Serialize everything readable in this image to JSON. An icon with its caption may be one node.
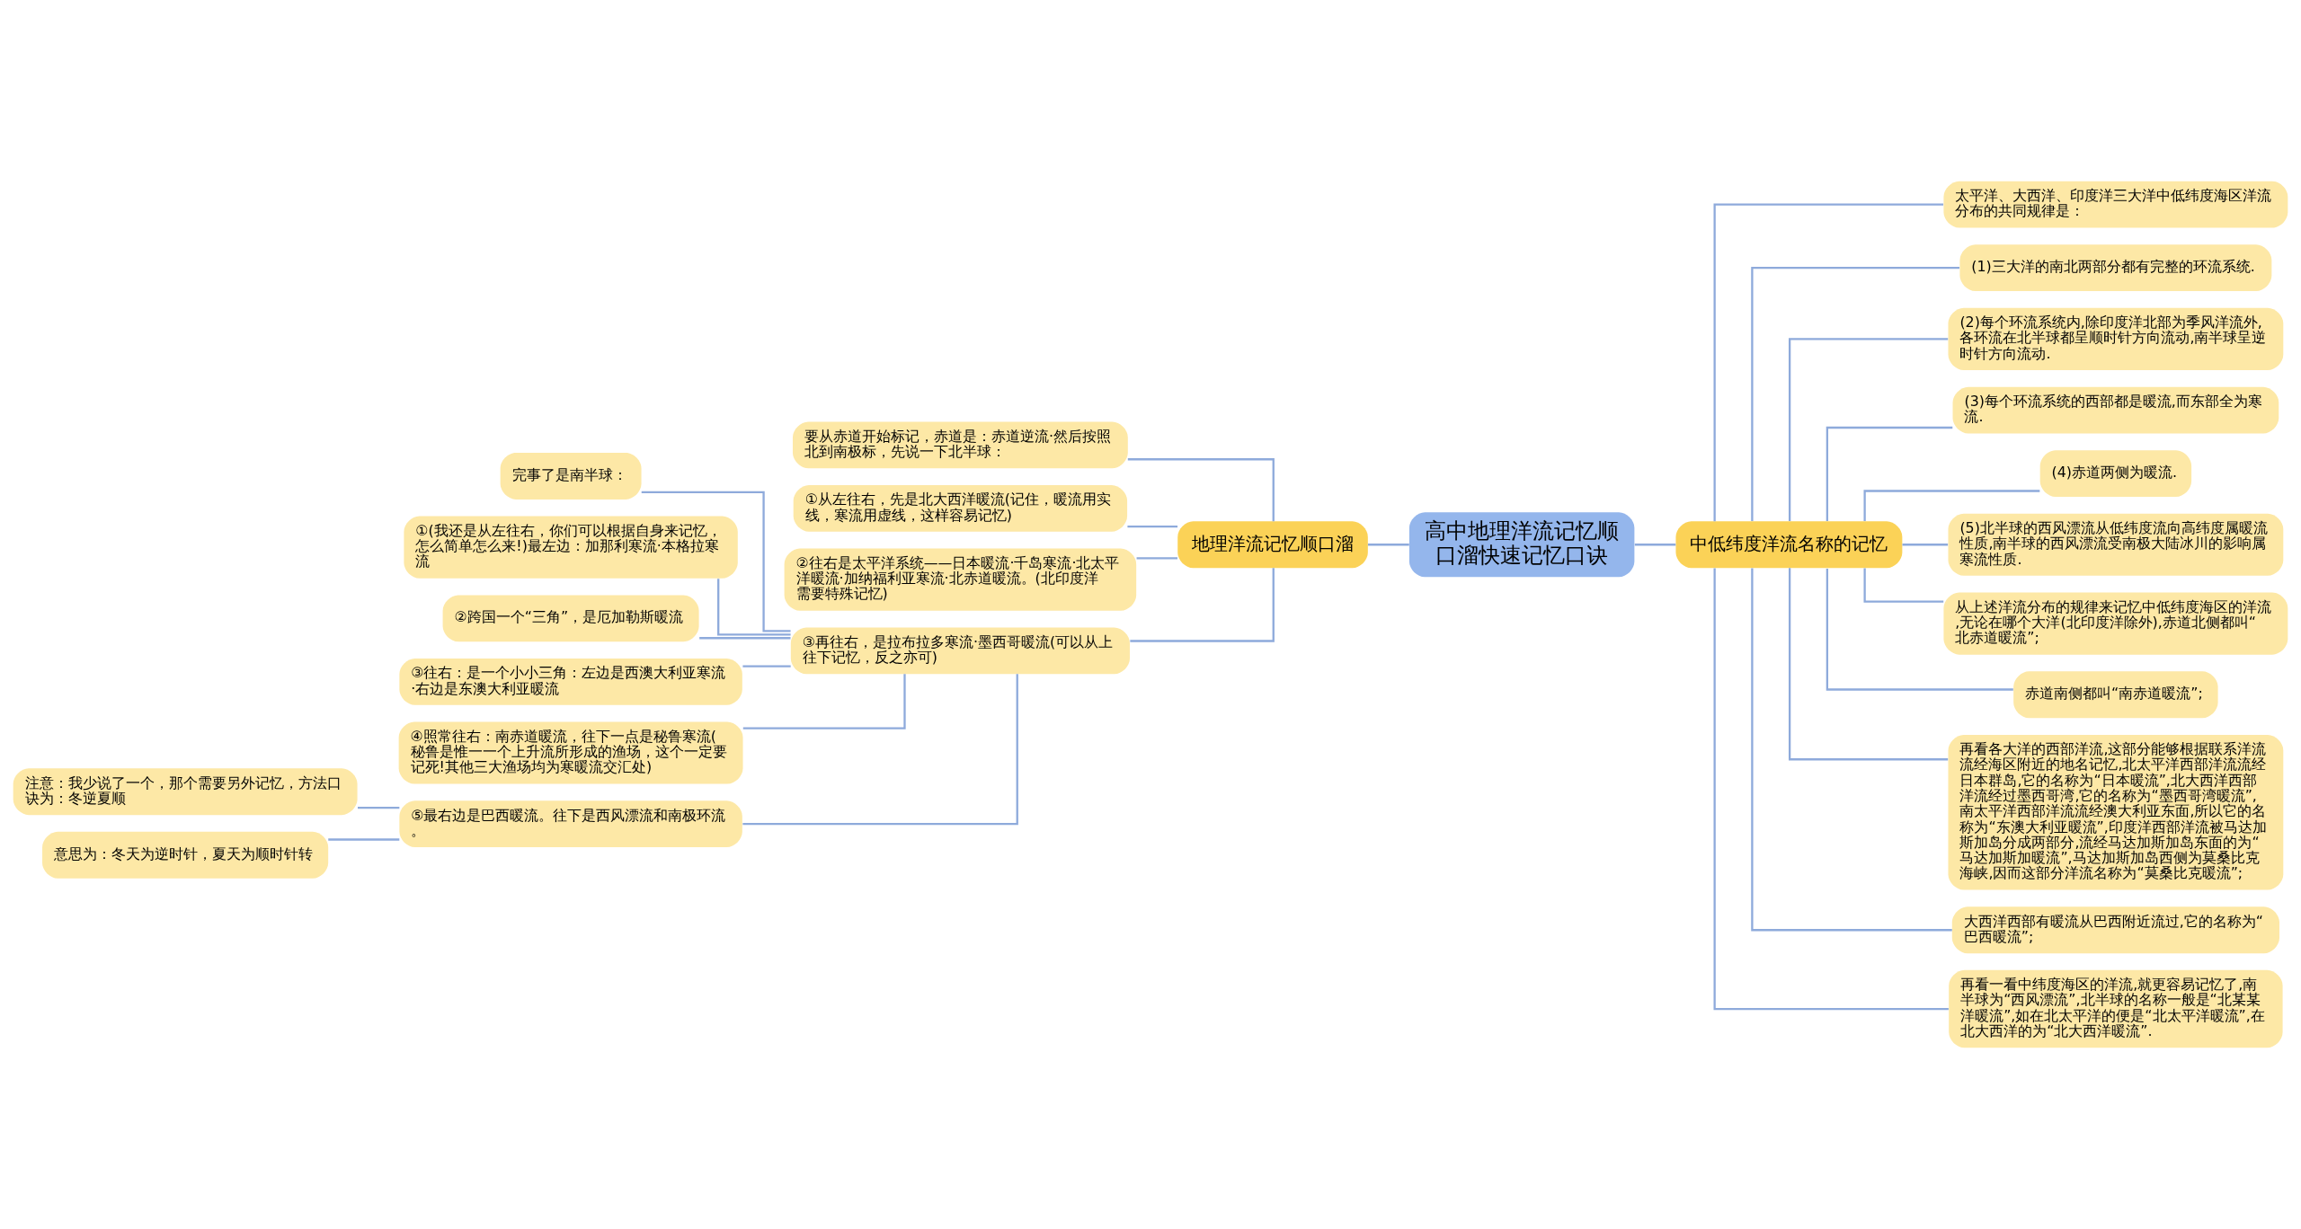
{
  "diagram": {
    "nodes": [
      {
        "text": [
          "高中地理洋流记忆顺口溜快速记忆口诀"
        ]
      },
      {
        "text": [
          "地理洋流记忆顺口溜"
        ]
      },
      {
        "text": [
          "要从赤道开始标记，赤道是：赤道逆流·然后按照北到南极标，先说一下北半球："
        ]
      },
      {
        "text": [
          "①从左往右，先是北大西洋暖流(记住，暖流用实线，寒流用虚线，这样容易记忆)"
        ]
      },
      {
        "text": [
          "②往右是太平洋系统——日本暖流·千岛寒流·北太平洋暖流·加纳福利亚寒流·北赤道暖流。(北印度洋需要特殊记忆)"
        ]
      },
      {
        "text": [
          "③再往右，是拉布拉多寒流·墨西哥暖流(可以从上往下记忆，反之亦可)"
        ]
      },
      {
        "text": [
          "完事了是南半球："
        ]
      },
      {
        "text": [
          "①(我还是从左往右，你们可以根据自身来记忆，怎么简单怎么来!)最左边：加那利寒流·本格拉寒流"
        ]
      },
      {
        "text": [
          "②跨国一个“三角”，是厄加勒斯暖流"
        ]
      },
      {
        "text": [
          "③往右：是一个小小三角：左边是西澳大利亚寒流·右边是东澳大利亚暖流"
        ]
      },
      {
        "text": [
          "④照常往右：南赤道暖流，往下一点是秘鲁寒流(秘鲁是惟一一个上升流所形成的渔场，这个一定要记死!其他三大渔场均为寒暖流交汇处)"
        ]
      },
      {
        "text": [
          "⑤最右边是巴西暖流。往下是西风漂流和南极环流。"
        ]
      },
      {
        "text": [
          "注意：我少说了一个，那个需要另外记忆，方法口诀为：冬逆夏顺"
        ]
      },
      {
        "text": [
          "意思为：冬天为逆时针，夏天为顺时针转"
        ]
      },
      {
        "text": [
          "中低纬度洋流名称的记忆"
        ]
      },
      {
        "text": [
          "太平洋、大西洋、印度洋三大洋中低纬度海区洋流分布的共同规律是："
        ]
      },
      {
        "text": [
          "(1)三大洋的南北两部分都有完整的环流系统."
        ]
      },
      {
        "text": [
          "(2)每个环流系统内,除印度洋北部为季风洋流外,各环流在北半球都呈顺时针方向流动,南半球呈逆时针方向流动."
        ]
      },
      {
        "text": [
          "(3)每个环流系统的西部都是暖流,而东部全为寒流."
        ]
      },
      {
        "text": [
          "(4)赤道两侧为暖流."
        ]
      },
      {
        "text": [
          "(5)北半球的西风漂流从低纬度流向高纬度属暖流性质,南半球的西风漂流受南极大陆冰川的影响属寒流性质."
        ]
      },
      {
        "text": [
          "从上述洋流分布的规律来记忆中低纬度海区的洋流,无论在哪个大洋(北印度洋除外),赤道北侧都叫“北赤道暖流”;"
        ]
      },
      {
        "text": [
          "赤道南侧都叫“南赤道暖流”;"
        ]
      },
      {
        "text": [
          "再看各大洋的西部洋流,这部分能够根据联系洋流流经海区附近的地名记忆,北太平洋西部洋流流经日本群岛,它的名称为“日本暖流”,北大西洋西部洋流经过墨西哥湾,它的名称为“墨西哥湾暖流”,南太平洋西部洋流流经澳大利亚东面,所以它的名称为“东澳大利亚暖流”,印度洋西部洋流被马达加斯加岛分成两部分,流经马达加斯加岛东面的为“马达加斯加暖流”,马达加斯加岛西侧为莫桑比克海峡,因而这部分洋流名称为“莫桑比克暖流”;"
        ]
      },
      {
        "text": [
          "大西洋西部有暖流从巴西附近流过,它的名称为“巴西暖流”;"
        ]
      },
      {
        "text": [
          "再看一看中纬度海区的洋流,就更容易记忆了,南半球为“西风漂流”,北半球的名称一般是“北某某洋暖流”,如在北太平洋的便是“北太平洋暖流”,在北大西洋的为“北大西洋暖流”."
        ]
      }
    ],
    "edges": [
      {
        "from": 0,
        "to": 1,
        "arrow": "none"
      },
      {
        "from": 1,
        "to": 2,
        "arrow": "none"
      },
      {
        "from": 1,
        "to": 3,
        "arrow": "none"
      },
      {
        "from": 1,
        "to": 4,
        "arrow": "none"
      },
      {
        "from": 1,
        "to": 5,
        "arrow": "none"
      },
      {
        "from": 5,
        "to": 6,
        "arrow": "none"
      },
      {
        "from": 5,
        "to": 7,
        "arrow": "none"
      },
      {
        "from": 5,
        "to": 8,
        "arrow": "none"
      },
      {
        "from": 5,
        "to": 9,
        "arrow": "none"
      },
      {
        "from": 5,
        "to": 10,
        "arrow": "none"
      },
      {
        "from": 5,
        "to": 11,
        "arrow": "none"
      },
      {
        "from": 11,
        "to": 12,
        "arrow": "none"
      },
      {
        "from": 11,
        "to": 13,
        "arrow": "none"
      },
      {
        "from": 0,
        "to": 14,
        "arrow": "none"
      },
      {
        "from": 14,
        "to": 15,
        "arrow": "none"
      },
      {
        "from": 14,
        "to": 16,
        "arrow": "none"
      },
      {
        "from": 14,
        "to": 17,
        "arrow": "none"
      },
      {
        "from": 14,
        "to": 18,
        "arrow": "none"
      },
      {
        "from": 14,
        "to": 19,
        "arrow": "none"
      },
      {
        "from": 14,
        "to": 20,
        "arrow": "none"
      },
      {
        "from": 14,
        "to": 21,
        "arrow": "none"
      },
      {
        "from": 14,
        "to": 22,
        "arrow": "none"
      },
      {
        "from": 14,
        "to": 23,
        "arrow": "none"
      },
      {
        "from": 14,
        "to": 24,
        "arrow": "none"
      },
      {
        "from": 14,
        "to": 25,
        "arrow": "none"
      }
    ]
  }
}
